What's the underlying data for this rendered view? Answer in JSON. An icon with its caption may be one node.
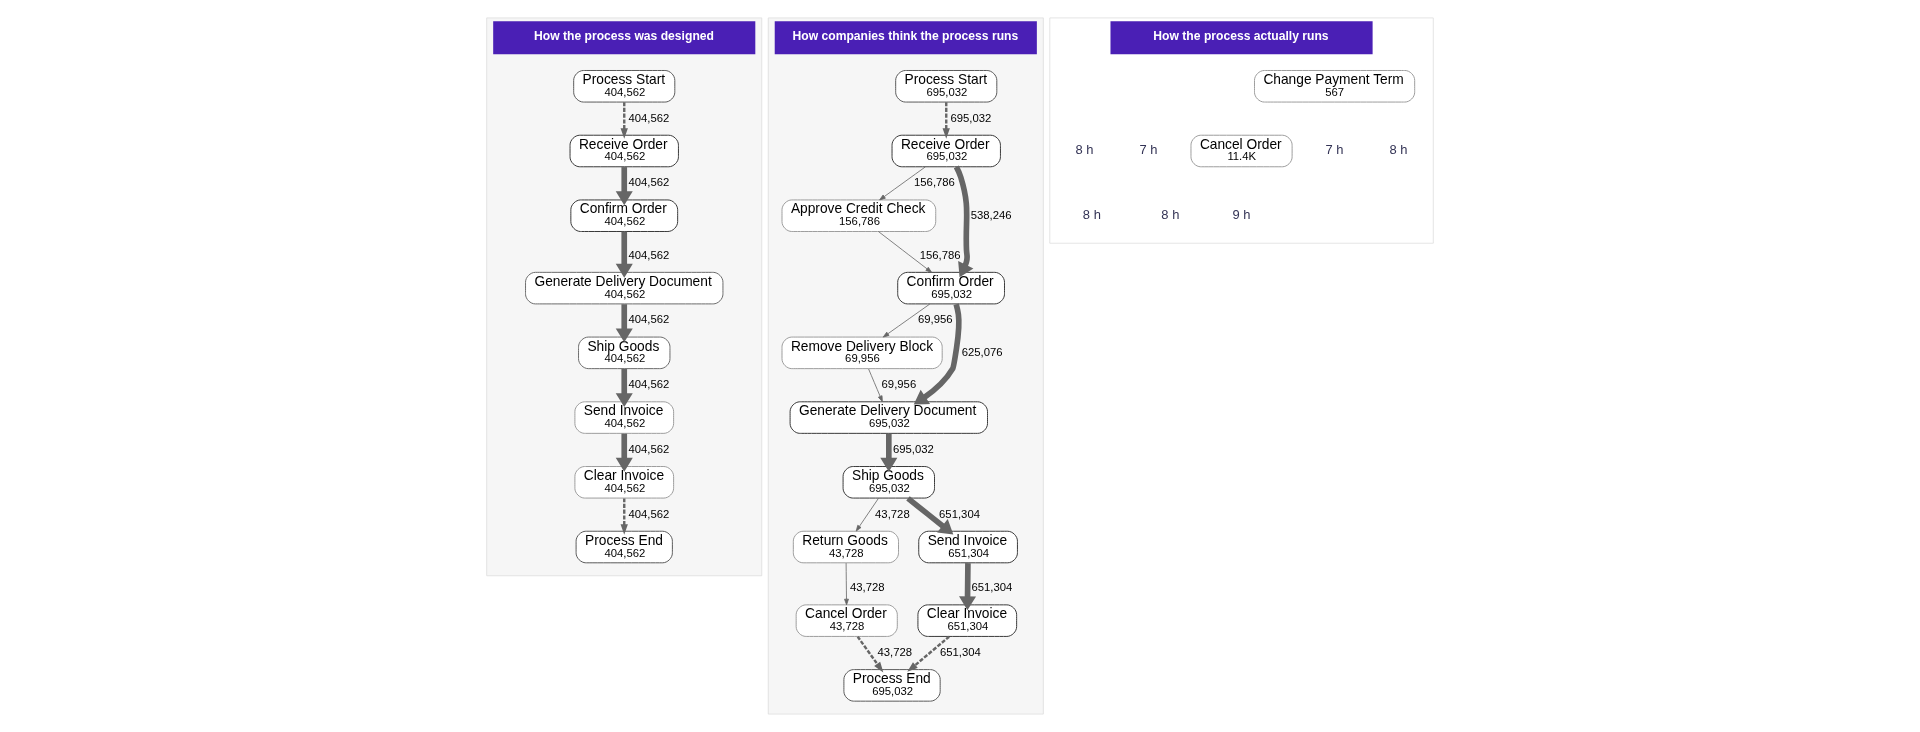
{
  "diagram": {
    "nodes": [
      {
        "text": [
          "How the process was designed"
        ]
      },
      {
        "text": [
          "Process Start",
          "404,562"
        ],
        "in": 0
      },
      {
        "text": [
          "Receive Order",
          "404,562"
        ],
        "in": 0
      },
      {
        "text": [
          "Confirm Order",
          "404,562"
        ],
        "in": 0
      },
      {
        "text": [
          "Generate Delivery Document",
          "404,562"
        ],
        "in": 0
      },
      {
        "text": [
          "Ship Goods",
          "404,562"
        ],
        "in": 0
      },
      {
        "text": [
          "Send Invoice",
          "404,562"
        ],
        "in": 0
      },
      {
        "text": [
          "Clear Invoice",
          "404,562"
        ],
        "in": 0
      },
      {
        "text": [
          "Process End",
          "404,562"
        ],
        "in": 0
      },
      {
        "text": [
          "How companies think the process runs"
        ]
      },
      {
        "text": [
          "Process Start",
          "695,032"
        ],
        "in": 9
      },
      {
        "text": [
          "Receive Order",
          "695,032"
        ],
        "in": 9
      },
      {
        "text": [
          "Approve Credit Check",
          "156,786"
        ],
        "in": 9
      },
      {
        "text": [
          "Confirm Order",
          "695,032"
        ],
        "in": 9
      },
      {
        "text": [
          "Remove Delivery Block",
          "69,956"
        ],
        "in": 9
      },
      {
        "text": [
          "Generate Delivery Document",
          "695,032"
        ],
        "in": 9
      },
      {
        "text": [
          "Ship Goods",
          "695,032"
        ],
        "in": 9
      },
      {
        "text": [
          "Return Goods",
          "43,728"
        ],
        "in": 9
      },
      {
        "text": [
          "Send Invoice",
          "651,304"
        ],
        "in": 9
      },
      {
        "text": [
          "Cancel Order",
          "43,728"
        ],
        "in": 9
      },
      {
        "text": [
          "Clear Invoice",
          "651,304"
        ],
        "in": 9
      },
      {
        "text": [
          "Process End",
          "695,032"
        ],
        "in": 9
      },
      {
        "text": [
          "How the process actually runs"
        ]
      },
      {
        "text": [
          "Change Payment Term",
          "567"
        ],
        "in": 22
      },
      {
        "text": [
          "Cancel Order",
          "11.4K"
        ],
        "in": 22
      }
    ],
    "edges": [
      {
        "from": 1,
        "to": 2,
        "arrow": "to",
        "label": "404,562",
        "style": "dashed"
      },
      {
        "from": 2,
        "to": 3,
        "arrow": "to",
        "label": "404,562",
        "style": "thick"
      },
      {
        "from": 3,
        "to": 4,
        "arrow": "to",
        "label": "404,562",
        "style": "thick"
      },
      {
        "from": 4,
        "to": 5,
        "arrow": "to",
        "label": "404,562",
        "style": "thick"
      },
      {
        "from": 5,
        "to": 6,
        "arrow": "to",
        "label": "404,562",
        "style": "thick"
      },
      {
        "from": 6,
        "to": 7,
        "arrow": "to",
        "label": "404,562",
        "style": "thick"
      },
      {
        "from": 7,
        "to": 8,
        "arrow": "to",
        "label": "404,562",
        "style": "dashed"
      },
      {
        "from": 10,
        "to": 11,
        "arrow": "to",
        "label": "695,032",
        "style": "dashed"
      },
      {
        "from": 11,
        "to": 12,
        "arrow": "to",
        "label": "156,786"
      },
      {
        "from": 11,
        "to": 13,
        "arrow": "to",
        "label": "538,246",
        "style": "thick"
      },
      {
        "from": 12,
        "to": 13,
        "arrow": "to",
        "label": "156,786"
      },
      {
        "from": 13,
        "to": 14,
        "arrow": "to",
        "label": "69,956"
      },
      {
        "from": 13,
        "to": 15,
        "arrow": "to",
        "label": "625,076",
        "style": "thick"
      },
      {
        "from": 14,
        "to": 15,
        "arrow": "to",
        "label": "69,956"
      },
      {
        "from": 15,
        "to": 16,
        "arrow": "to",
        "label": "695,032",
        "style": "thick"
      },
      {
        "from": 16,
        "to": 17,
        "arrow": "to",
        "label": "43,728"
      },
      {
        "from": 16,
        "to": 18,
        "arrow": "to",
        "label": "651,304",
        "style": "thick"
      },
      {
        "from": 17,
        "to": 19,
        "arrow": "to",
        "label": "43,728"
      },
      {
        "from": 18,
        "to": 20,
        "arrow": "to",
        "label": "651,304",
        "style": "thick"
      },
      {
        "from": 19,
        "to": 21,
        "arrow": "to",
        "label": "43,728",
        "style": "dashed"
      },
      {
        "from": 20,
        "to": 21,
        "arrow": "to",
        "label": "651,304",
        "style": "dashed"
      }
    ],
    "labels": [
      "8 h",
      "7 h",
      "7 h",
      "8 h",
      "9 h",
      "8 h",
      "8 h"
    ]
  }
}
